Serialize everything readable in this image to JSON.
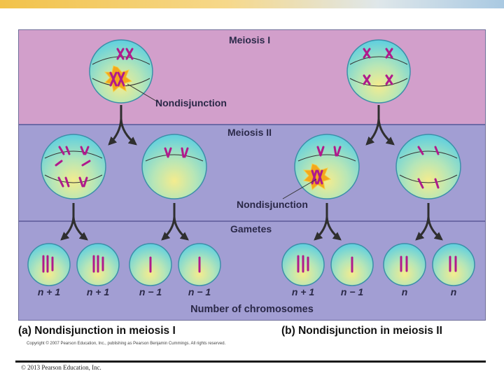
{
  "sections": {
    "meiosis_1": "Meiosis I",
    "meiosis_2": "Meiosis II",
    "gametes": "Gametes"
  },
  "labels": {
    "nondisjunction": "Nondisjunction",
    "number_of_chromosomes": "Number of chromosomes"
  },
  "gamete_counts": [
    "n + 1",
    "n + 1",
    "n − 1",
    "n − 1",
    "n + 1",
    "n − 1",
    "n",
    "n"
  ],
  "captions": {
    "a": "(a) Nondisjunction in meiosis I",
    "b": "(b) Nondisjunction in meiosis II"
  },
  "copyright_small": "Copyright © 2007 Pearson Education, Inc., publishing as Pearson Benjamin Cummings. All rights reserved.",
  "copyright_footer": "© 2013 Pearson Education, Inc.",
  "colors": {
    "meiosis_1_band": "#d29fcb",
    "meiosis_2_band": "#a29ed3",
    "chromosome": "#b01a8c",
    "cell_cyan": "#5ecfe0",
    "cell_yellow": "#f4ec8e",
    "arrow": "#2f2f2f"
  }
}
